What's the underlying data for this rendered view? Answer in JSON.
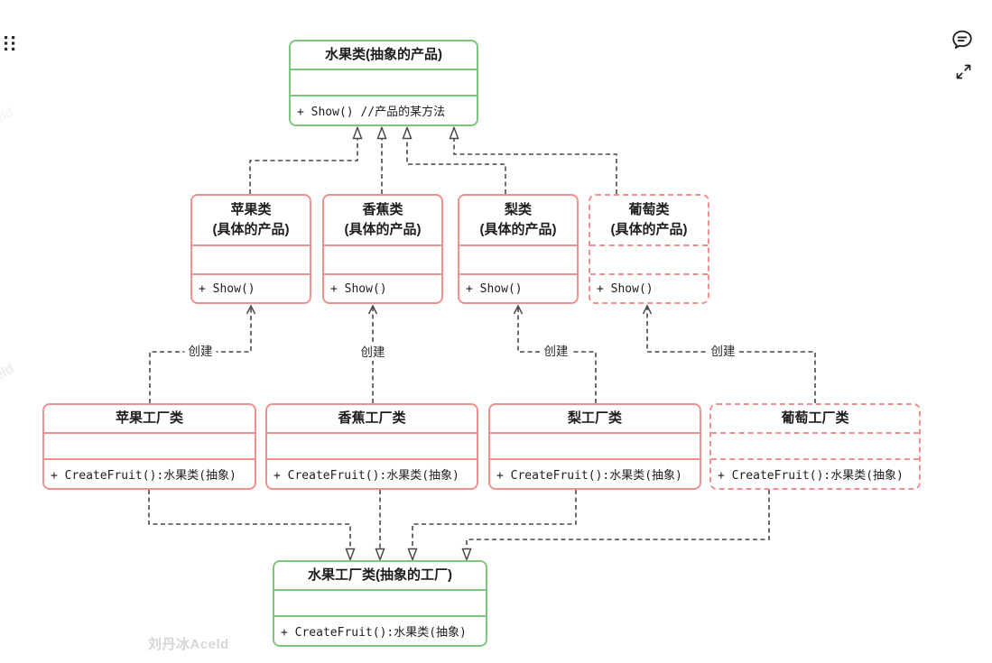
{
  "page": {
    "watermark": "刘丹冰Aceld",
    "watermark_fragment": "eld"
  },
  "controls": {
    "drag_handle": "drag-handle-icon",
    "comment": "comment-bubble-icon",
    "fullscreen": "fullscreen-expand-icon"
  },
  "colors": {
    "abstract_border_green": "#7cc67e",
    "concrete_border_pink": "#f0908f",
    "connector_gray": "#4a4a4a",
    "watermark_gray": "#d6d6da"
  },
  "diagram": {
    "classes": {
      "fruit_product": {
        "title": "水果类(抽象的产品)",
        "method": "+ Show() //产品的某方法"
      },
      "apple_product": {
        "title1": "苹果类",
        "title2": "(具体的产品)",
        "method": "+ Show()"
      },
      "banana_product": {
        "title1": "香蕉类",
        "title2": "(具体的产品)",
        "method": "+ Show()"
      },
      "pear_product": {
        "title1": "梨类",
        "title2": "(具体的产品)",
        "method": "+ Show()"
      },
      "grape_product": {
        "title1": "葡萄类",
        "title2": "(具体的产品)",
        "method": "+ Show()"
      },
      "apple_factory": {
        "title": "苹果工厂类",
        "method": "+ CreateFruit():水果类(抽象)"
      },
      "banana_factory": {
        "title": "香蕉工厂类",
        "method": "+ CreateFruit():水果类(抽象)"
      },
      "pear_factory": {
        "title": "梨工厂类",
        "method": "+ CreateFruit():水果类(抽象)"
      },
      "grape_factory": {
        "title": "葡萄工厂类",
        "method": "+ CreateFruit():水果类(抽象)"
      },
      "fruit_factory": {
        "title": "水果工厂类(抽象的工厂)",
        "method": "+ CreateFruit():水果类(抽象)"
      }
    },
    "edges": {
      "create_label": "创建",
      "relations": [
        {
          "from": "苹果类",
          "to": "水果类",
          "type": "realization"
        },
        {
          "from": "香蕉类",
          "to": "水果类",
          "type": "realization"
        },
        {
          "from": "梨类",
          "to": "水果类",
          "type": "realization"
        },
        {
          "from": "葡萄类",
          "to": "水果类",
          "type": "realization"
        },
        {
          "from": "苹果工厂类",
          "to": "苹果类",
          "type": "dependency",
          "label": "创建"
        },
        {
          "from": "香蕉工厂类",
          "to": "香蕉类",
          "type": "dependency",
          "label": "创建"
        },
        {
          "from": "梨工厂类",
          "to": "梨类",
          "type": "dependency",
          "label": "创建"
        },
        {
          "from": "葡萄工厂类",
          "to": "葡萄类",
          "type": "dependency",
          "label": "创建"
        },
        {
          "from": "苹果工厂类",
          "to": "水果工厂类",
          "type": "realization"
        },
        {
          "from": "香蕉工厂类",
          "to": "水果工厂类",
          "type": "realization"
        },
        {
          "from": "梨工厂类",
          "to": "水果工厂类",
          "type": "realization"
        },
        {
          "from": "葡萄工厂类",
          "to": "水果工厂类",
          "type": "realization"
        }
      ]
    }
  }
}
